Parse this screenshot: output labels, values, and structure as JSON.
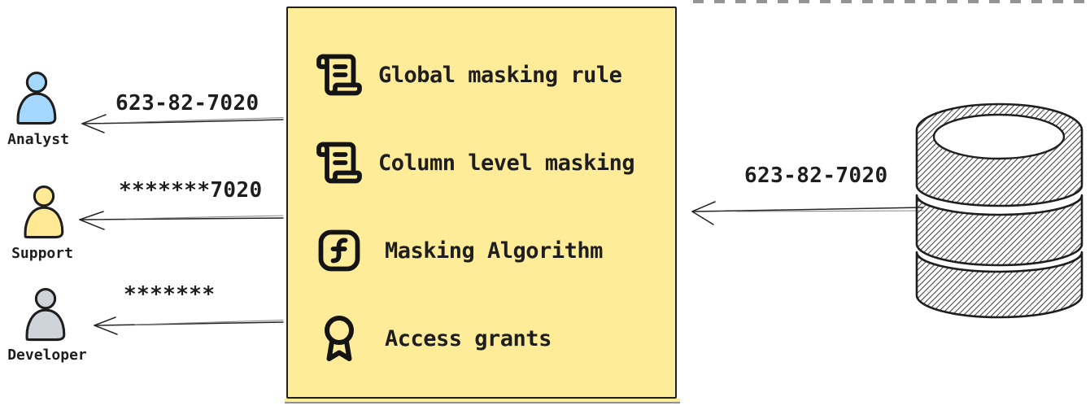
{
  "canvas": {
    "background": "#ffffff",
    "ink": "#1e1e1e"
  },
  "personas": [
    {
      "name": "Analyst",
      "fill": "#a5d8ff",
      "received_value": "623-82-7020"
    },
    {
      "name": "Support",
      "fill": "#ffe994",
      "received_value": "*******7020"
    },
    {
      "name": "Developer",
      "fill": "#ced4da",
      "received_value": "*******"
    }
  ],
  "masking_panel": {
    "fill": "#ffec99",
    "border_color": "#1f1f1f",
    "items": [
      {
        "icon": "scroll-text-icon",
        "label": "Global masking rule"
      },
      {
        "icon": "scroll-text-icon",
        "label": "Column level masking"
      },
      {
        "icon": "function-square-icon",
        "label": "Masking Algorithm"
      },
      {
        "icon": "award-icon",
        "label": "Access grants"
      }
    ]
  },
  "database": {
    "icon": "database-icon",
    "outgoing_value": "623-82-7020"
  }
}
